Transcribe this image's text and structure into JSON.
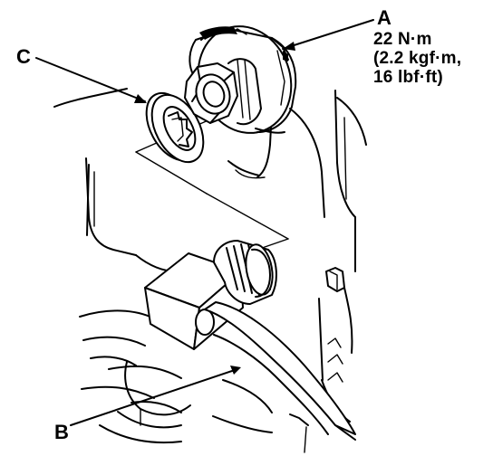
{
  "callouts": {
    "a": {
      "letter": "A",
      "torque": [
        "22 N·m",
        "(2.2 kgf·m,",
        "16 lbf·ft)"
      ]
    },
    "b": {
      "letter": "B"
    },
    "c": {
      "letter": "C"
    }
  }
}
